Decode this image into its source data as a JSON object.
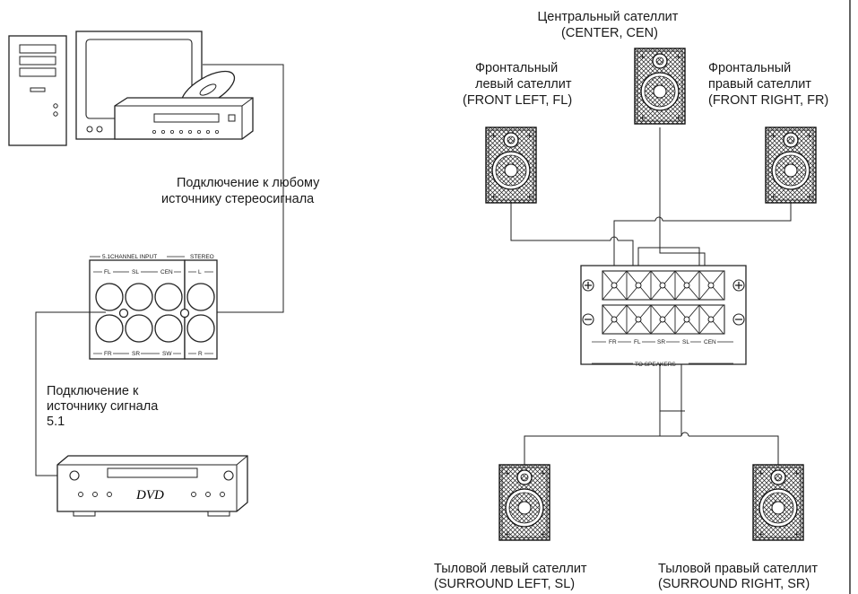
{
  "labels": {
    "source_stereo": [
      "Подключение к любому",
      "источнику стереосигнала"
    ],
    "source_51": [
      "Подключение к",
      "источнику сигнала",
      "5.1"
    ],
    "center": [
      "Центральный сателлит",
      "(CENTER, CEN)"
    ],
    "front_left": [
      "Фронтальный",
      "левый сателлит",
      "(FRONT LEFT, FL)"
    ],
    "front_right": [
      "Фронтальный",
      "правый сателлит",
      "(FRONT RIGHT, FR)"
    ],
    "surround_left": [
      "Тыловой левый сателлит",
      "(SURROUND LEFT, SL)"
    ],
    "surround_right": [
      "Тыловой правый сателлит",
      "(SURROUND RIGHT, SR)"
    ]
  },
  "input_panel": {
    "group_51": "5.1CHANNEL INPUT",
    "group_stereo": "STEREO",
    "top_channels": [
      "FL",
      "SL",
      "CEN"
    ],
    "bottom_channels": [
      "FR",
      "SR",
      "SW"
    ],
    "stereo_top": "L",
    "stereo_bottom": "R"
  },
  "terminal": {
    "channels": [
      "FR",
      "FL",
      "SR",
      "SL",
      "CEN"
    ],
    "caption": "TO SPEAKERS",
    "plus_symbol": "⊕",
    "minus_symbol": "⊖"
  },
  "dvd_label": "DVD"
}
